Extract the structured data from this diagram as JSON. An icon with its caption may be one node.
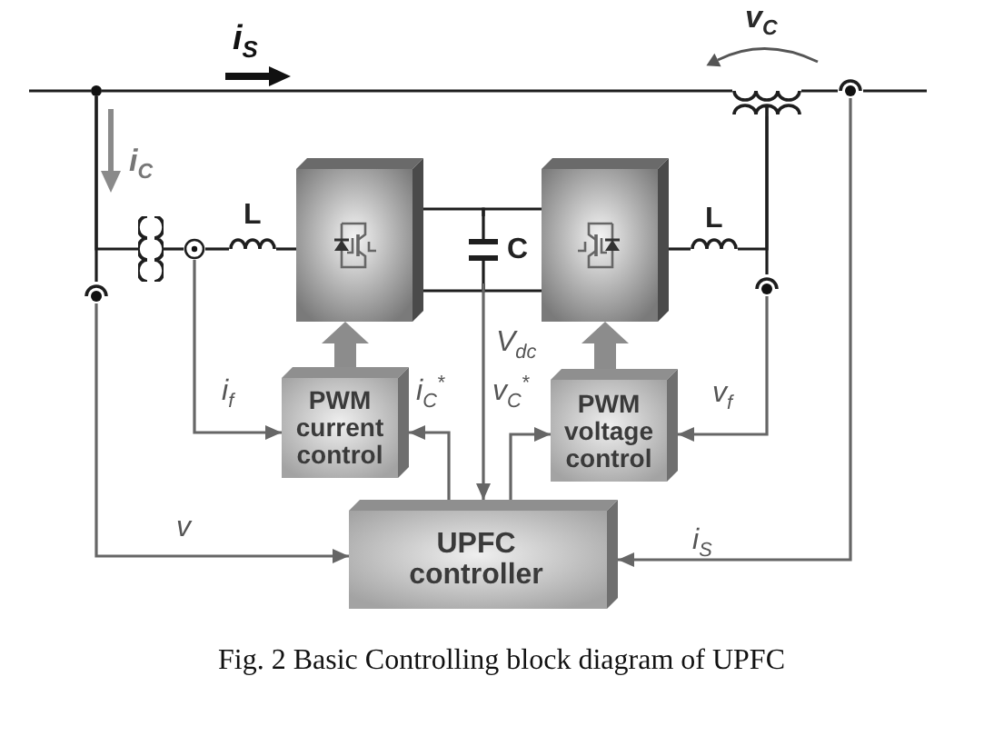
{
  "diagram": {
    "caption": "Fig. 2 Basic Controlling block diagram of UPFC",
    "nodes": [
      {
        "text": [],
        "shape": "dot"
      },
      {
        "text": [],
        "shape": "coil"
      },
      {
        "text": [],
        "shape": "arc"
      },
      {
        "text": [],
        "shape": "box"
      },
      {
        "text": [],
        "shape": "box"
      },
      {
        "text": [
          "L"
        ]
      },
      {
        "text": [
          "L"
        ]
      },
      {
        "text": [],
        "shape": "coil"
      },
      {
        "text": [
          "C"
        ]
      },
      {
        "text": [],
        "shape": "circle"
      },
      {
        "text": [],
        "shape": "arc"
      },
      {
        "text": [],
        "shape": "arc"
      },
      {
        "text": [
          "PWM current control"
        ]
      },
      {
        "text": [
          "PWM voltage control"
        ]
      },
      {
        "text": [
          "UPFC controller"
        ]
      }
    ],
    "edges": [
      {
        "from": null,
        "to": 0,
        "arrow": "none"
      },
      {
        "from": 0,
        "to": 1,
        "arrow": "none"
      },
      {
        "from": 1,
        "to": 2,
        "arrow": "none"
      },
      {
        "from": 2,
        "to": null,
        "arrow": "none"
      },
      {
        "from": 0,
        "to": 7,
        "arrow": "none"
      },
      {
        "from": 0,
        "to": 11,
        "arrow": "none"
      },
      {
        "from": 7,
        "to": 9,
        "arrow": "none"
      },
      {
        "from": 9,
        "to": 5,
        "arrow": "none"
      },
      {
        "from": 5,
        "to": 3,
        "arrow": "none"
      },
      {
        "from": 3,
        "to": 8,
        "arrow": "none"
      },
      {
        "from": 8,
        "to": 4,
        "arrow": "none"
      },
      {
        "from": 3,
        "to": 8,
        "arrow": "none"
      },
      {
        "from": 8,
        "to": 4,
        "arrow": "none"
      },
      {
        "from": 4,
        "to": 6,
        "arrow": "none"
      },
      {
        "from": 6,
        "to": 1,
        "arrow": "none"
      },
      {
        "from": 1,
        "to": 10,
        "arrow": "none"
      },
      {
        "from": 12,
        "to": 3,
        "arrow": "to",
        "style": "thick",
        "color": "#8c8c8c"
      },
      {
        "from": 13,
        "to": 4,
        "arrow": "to",
        "style": "thick",
        "color": "#8c8c8c"
      },
      {
        "from": 9,
        "to": 12,
        "arrow": "to",
        "label": "i$_{f}$",
        "color": "#666666"
      },
      {
        "from": 14,
        "to": 12,
        "arrow": "to",
        "label": "i$_{C}$$^{*}$",
        "color": "#666666"
      },
      {
        "from": 8,
        "to": 14,
        "arrow": "to",
        "label": "V$_{dc}$",
        "color": "#666666"
      },
      {
        "from": 14,
        "to": 13,
        "arrow": "to",
        "label": "v$_{C}$$^{*}$",
        "color": "#666666"
      },
      {
        "from": 10,
        "to": 13,
        "arrow": "to",
        "label": "v$_{f}$",
        "color": "#666666"
      },
      {
        "from": 11,
        "to": 14,
        "arrow": "to",
        "label": "v",
        "color": "#666666"
      },
      {
        "from": 2,
        "to": 14,
        "arrow": "to",
        "label": "i$_{S}$",
        "color": "#666666"
      }
    ],
    "labels": [
      "v$_{C}$",
      "i$_{S}$",
      "i$_{C}$"
    ]
  }
}
